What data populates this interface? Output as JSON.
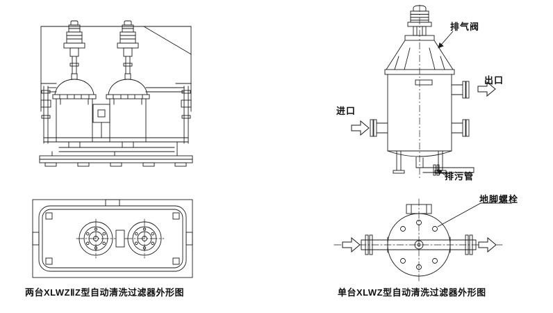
{
  "figures": {
    "left": {
      "caption": "两台XLWZⅡZ型自动清洗过滤器外形图"
    },
    "right": {
      "caption": "单台XLWZ型自动清洗过滤器外形图",
      "labels": {
        "exhaust_valve": "排气阀",
        "outlet": "出口",
        "inlet": "进口",
        "drain_pipe": "排污管",
        "anchor_bolt": "地脚螺栓"
      }
    }
  },
  "colors": {
    "line": "#1a1a1a",
    "background": "#ffffff"
  }
}
